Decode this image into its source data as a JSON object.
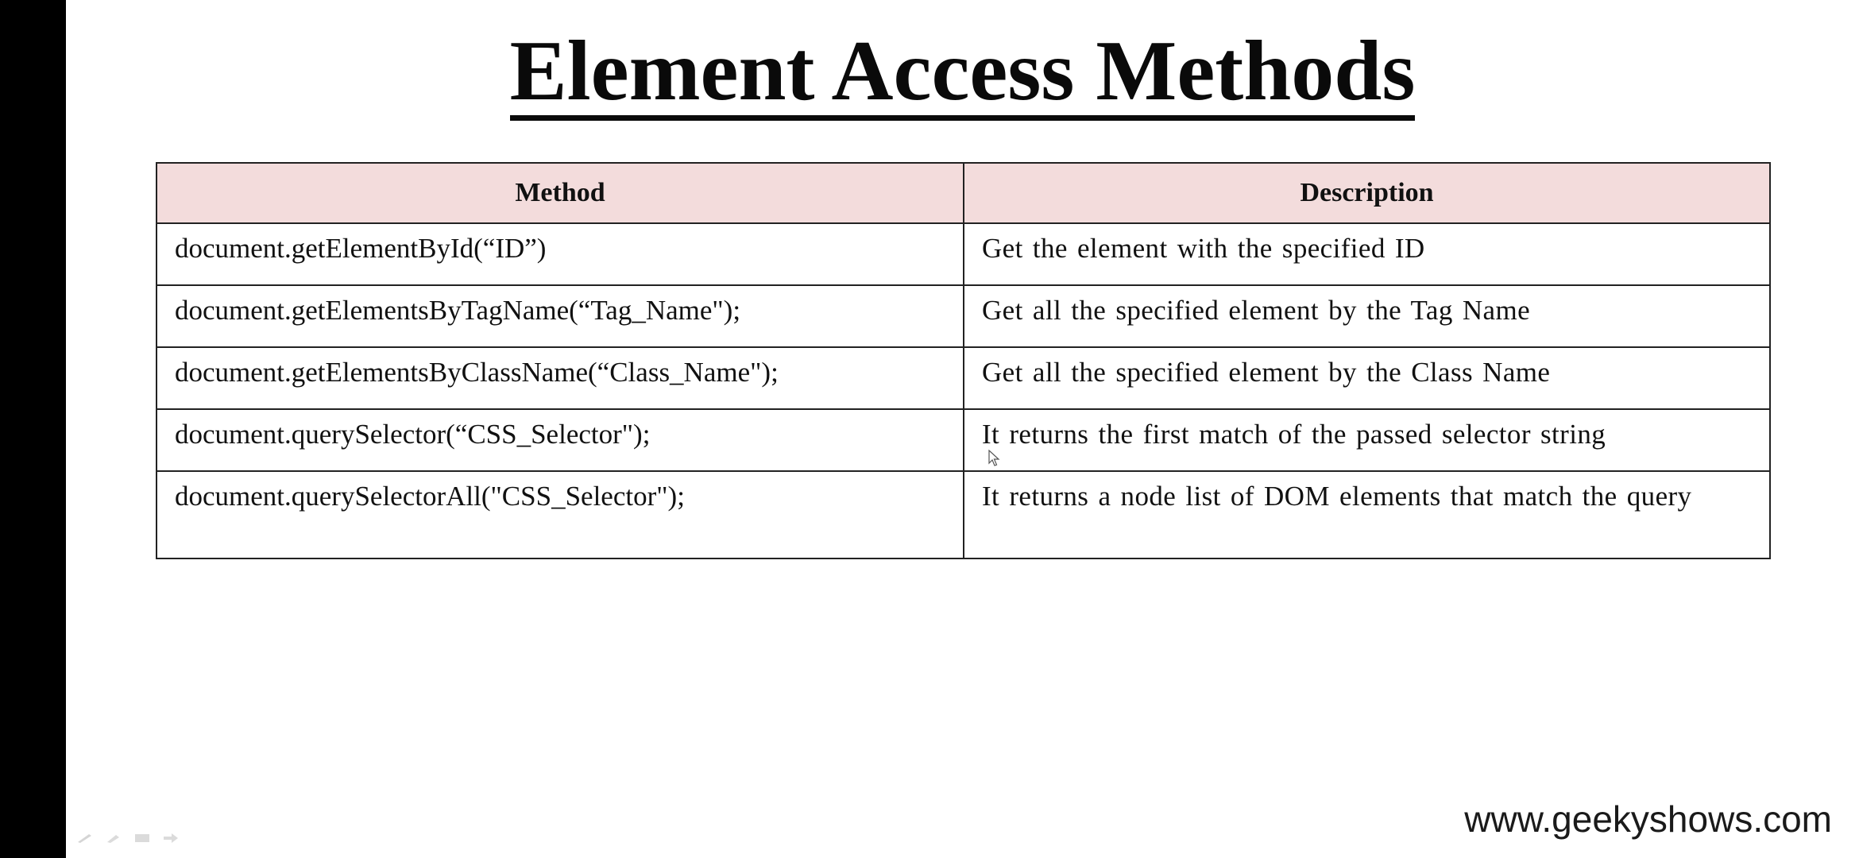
{
  "slide": {
    "title": "Element Access Methods",
    "watermark": "www.geekyshows.com"
  },
  "table": {
    "headers": {
      "method": "Method",
      "description": "Description"
    },
    "rows": [
      {
        "method": "document.getElementById(“ID”)",
        "description": "Get the element with the specified ID"
      },
      {
        "method": "document.getElementsByTagName(“Tag_Name\");",
        "description": "Get all the specified element by the Tag Name"
      },
      {
        "method": "document.getElementsByClassName(“Class_Name\");",
        "description": "Get all the specified element by the Class Name"
      },
      {
        "method": "document.querySelector(“CSS_Selector\");",
        "description": "It returns the first match of the passed selector string"
      },
      {
        "method": "document.querySelectorAll(\"CSS_Selector\");",
        "description": "It returns a node list of DOM elements that match the query"
      }
    ]
  },
  "colors": {
    "header_background": "#f3dcdc",
    "left_bar": "#000000",
    "text": "#111111"
  },
  "icons": {
    "cursor": "mouse-pointer-icon",
    "toolbar": [
      "pen-icon",
      "highlighter-icon",
      "menu-icon",
      "next-arrow-icon"
    ]
  }
}
